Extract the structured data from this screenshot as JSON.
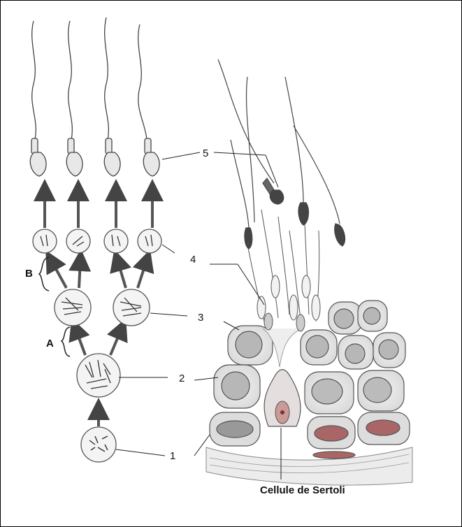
{
  "labels": {
    "n1": "1",
    "n2": "2",
    "n3": "3",
    "n4": "4",
    "n5": "5",
    "A": "A",
    "B": "B",
    "sertoli": "Cellule de Sertoli"
  }
}
